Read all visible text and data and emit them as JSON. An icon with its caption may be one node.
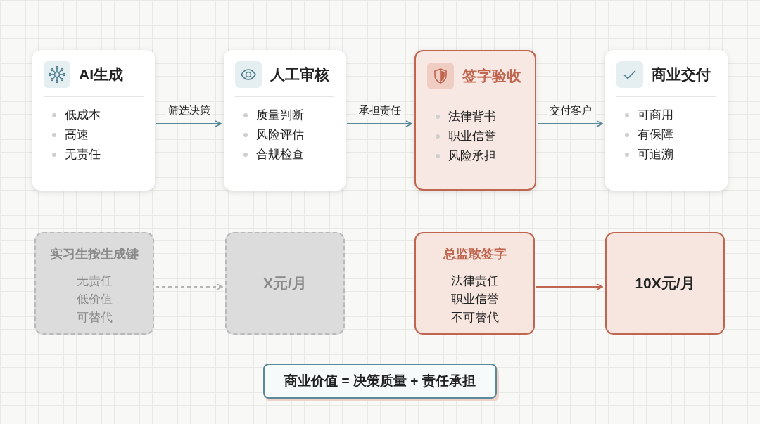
{
  "diagram": {
    "nodes": [
      {
        "text": [
          "AI生成",
          "低成本",
          "高速",
          "无责任"
        ]
      },
      {
        "text": [
          "人工审核",
          "质量判断",
          "风险评估",
          "合规检查"
        ]
      },
      {
        "text": [
          "签字验收",
          "法律背书",
          "职业信誉",
          "风险承担"
        ]
      },
      {
        "text": [
          "商业交付",
          "可商用",
          "有保障",
          "可追溯"
        ]
      },
      {
        "text": [
          "实习生按生成键",
          "无责任",
          "低价值",
          "可替代"
        ]
      },
      {
        "text": [
          "X元/月"
        ]
      },
      {
        "text": [
          "总监敢签字",
          "法律责任",
          "职业信誉",
          "不可替代"
        ]
      },
      {
        "text": [
          "10X元/月"
        ]
      },
      {
        "text": [
          "商业价值 = 决策质量 + 责任承担"
        ]
      }
    ],
    "edges": [
      {
        "from": 0,
        "to": 1,
        "arrow": "to",
        "label": "筛选决策"
      },
      {
        "from": 1,
        "to": 2,
        "arrow": "to",
        "label": "承担责任"
      },
      {
        "from": 2,
        "to": 3,
        "arrow": "to",
        "label": "交付客户"
      },
      {
        "from": 4,
        "to": 5,
        "arrow": "to",
        "style": "dashed",
        "color": "#b5b5b5"
      },
      {
        "from": 6,
        "to": 7,
        "arrow": "to",
        "color": "#c0654f"
      }
    ]
  }
}
